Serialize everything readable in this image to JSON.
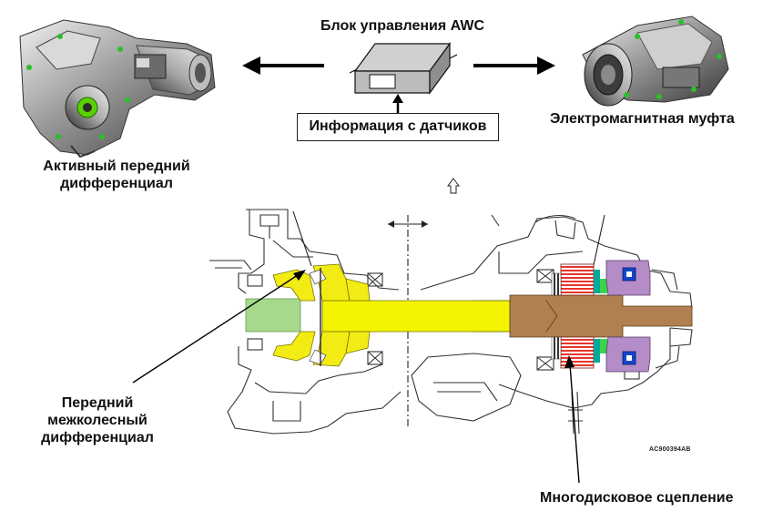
{
  "labels": {
    "awc_unit": "Блок управления AWC",
    "sensor_info": "Информация с датчиков",
    "electromagnetic_clutch": "Электромагнитная муфта",
    "active_front_diff_line1": "Активный передний",
    "active_front_diff_line2": "дифференциал",
    "front_diff_line1": "Передний",
    "front_diff_line2": "межколесный",
    "front_diff_line3": "дифференциал",
    "multidisc_clutch": "Многодисковое сцепление",
    "doc_code": "AC900394AB"
  },
  "colors": {
    "gear": "#f2ec14",
    "shaft": "#f4f400",
    "left_shaft": "#a6d98c",
    "output_shaft": "#b08050",
    "clutch_pack": "#e8352a",
    "coil_housing": "#b48cc8",
    "coil": "#1446c8",
    "teal_ring": "#00a99d",
    "green_ring": "#39d64a",
    "arrow": "#000000",
    "outline": "#333333"
  },
  "icons": {
    "unit_box": "control-unit-icon",
    "front_arrow": "up-arrow-outline-icon"
  }
}
